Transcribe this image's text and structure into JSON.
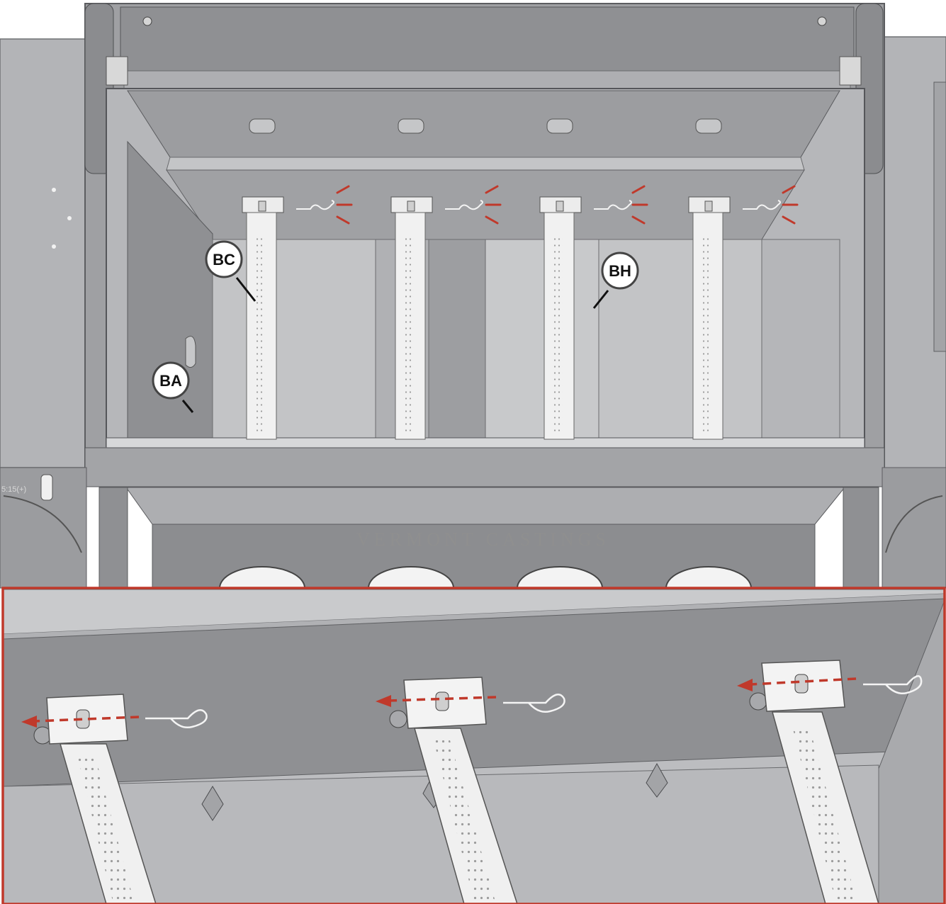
{
  "callouts": {
    "ba": "BA",
    "bc": "BC",
    "bh": "BH"
  },
  "brand_text": "VERMONT CASTINGS",
  "side_stamp": "5:15(+)",
  "colors": {
    "accent_red": "#c0392b",
    "steel_dark": "#8e8f92",
    "steel_mid": "#a6a7aa",
    "steel_light": "#c9cacc",
    "burner_white": "#f2f2f2",
    "outline": "#3a3a3a"
  },
  "icons": {
    "callout_marker": "circle-callout-icon",
    "hitch_pin": "hitch-pin-clip-icon",
    "motion_lines": "removal-motion-lines-icon",
    "direction_arrow": "dashed-arrow-left-icon"
  }
}
